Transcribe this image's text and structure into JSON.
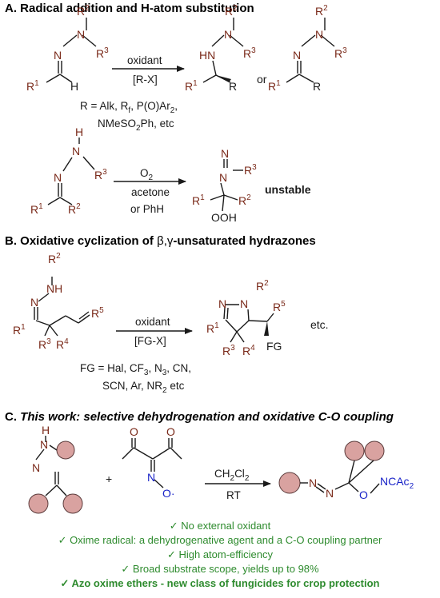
{
  "sections": {
    "a": {
      "title": "A. Radical addition and H-atom substitution",
      "reagent1": "oxidant",
      "reagent2": "[R-X]",
      "or": "or",
      "r_def_1": "R = Alk, R",
      "r_def_1_sub": "f",
      "r_def_1_tail": ", P(O)Ar",
      "r_def_1_sub2": "2",
      "r_def_1_end": ",",
      "r_def_2": "NMeSO",
      "r_def_2_sub": "2",
      "r_def_2_tail": "Ph, etc",
      "o2": "O",
      "o2_sub": "2",
      "solvent1": "acetone",
      "solvent2": "or PhH",
      "unstable": "unstable"
    },
    "b": {
      "title_pre": "B. Oxidative cyclization of ",
      "title_greek": "β,γ",
      "title_post": "-unsaturated hydrazones",
      "reagent1": "oxidant",
      "reagent2": "[FG-X]",
      "etc": "etc.",
      "fg_1": "FG = Hal, CF",
      "fg_1_s1": "3",
      "fg_1_m": ", N",
      "fg_1_s2": "3",
      "fg_1_e": ", CN,",
      "fg_2": "SCN, Ar, NR",
      "fg_2_s": "2",
      "fg_2_e": " etc"
    },
    "c": {
      "title_pre": "C. ",
      "title_em": "This work: selective dehydrogenation and oxidative C-O coupling",
      "plus": "+",
      "solvent": "CH",
      "solvent_s1": "2",
      "solvent_m": "Cl",
      "solvent_s2": "2",
      "temp": "RT",
      "product_label": "NCAc",
      "product_sub": "2"
    }
  },
  "atoms": {
    "N": "N",
    "H": "H",
    "O": "O",
    "HN": "HN",
    "NH": "NH",
    "OOH": "OOH",
    "R": "R",
    "R1": "R",
    "R1s": "1",
    "R2": "R",
    "R2s": "2",
    "R3": "R",
    "R3s": "3",
    "R4": "R",
    "R4s": "4",
    "R5": "R",
    "R5s": "5",
    "FG": "FG",
    "Odot": "O·"
  },
  "benefits": [
    "✓ No external oxidant",
    "✓ Oxime radical: a dehydrogenative agent and a C-O coupling partner",
    "✓ High atom-efficiency",
    "✓ Broad substrate scope, yields up to 98%",
    "✓ Azo oxime ethers - new class of fungicides for crop protection"
  ],
  "colors": {
    "atom": "#7a2a1a",
    "bond": "#1a1a1a",
    "oxime": "#1a24c8",
    "circle_fill": "#d9a2a0",
    "circle_stroke": "#5a3a3a",
    "benefit": "#2e8b2e"
  }
}
